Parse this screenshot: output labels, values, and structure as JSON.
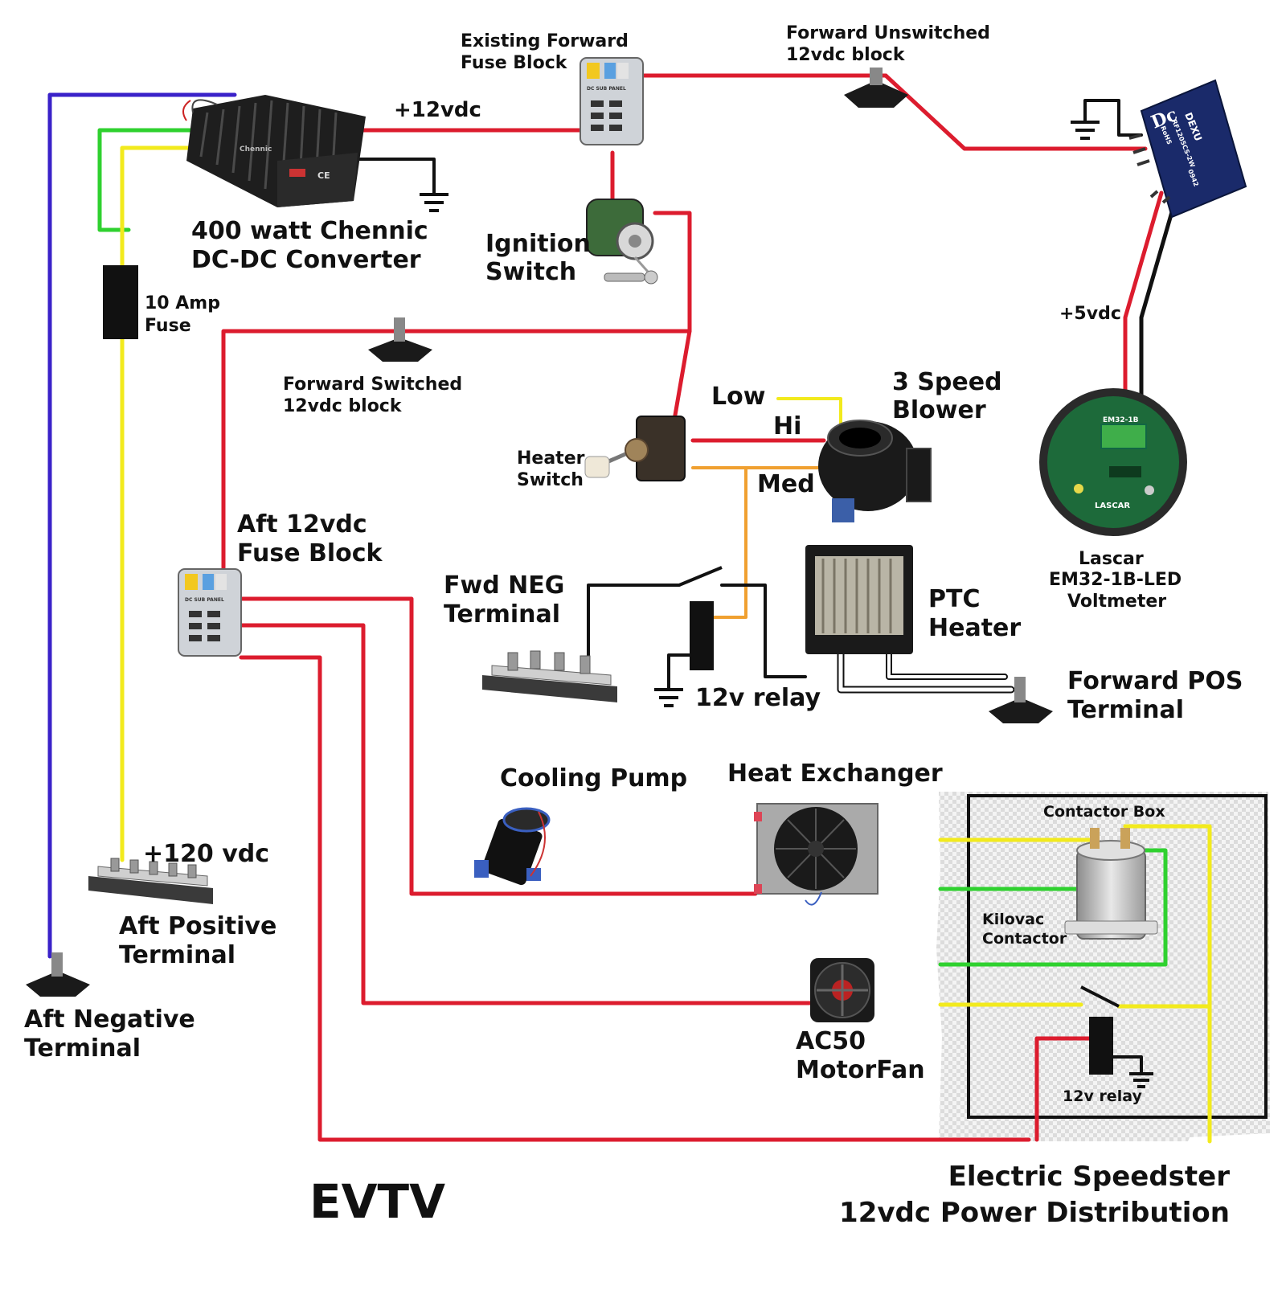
{
  "colors": {
    "pos12": "#dc1c2e",
    "neg": "#111111",
    "hv": "#f2ea1d",
    "enable": "#2fd12f",
    "ground": "#3a22c9",
    "orange": "#f0a030"
  },
  "labels": {
    "existing_fuse_block": [
      "Existing Forward",
      "Fuse Block"
    ],
    "forward_unswitched": [
      "Forward Unswitched",
      "12vdc block"
    ],
    "plus12": "+12vdc",
    "converter": [
      "400 watt Chennic",
      "DC-DC Converter"
    ],
    "ignition": [
      "Ignition",
      "Switch"
    ],
    "fuse10": [
      "10 Amp",
      "Fuse"
    ],
    "forward_switched": [
      "Forward Switched",
      "12vdc block"
    ],
    "low": "Low",
    "hi": "Hi",
    "med": "Med",
    "blower": [
      "3 Speed",
      "Blower"
    ],
    "heater_switch": [
      "Heater",
      "Switch"
    ],
    "aft_fuse_block": [
      "Aft 12vdc",
      "Fuse Block"
    ],
    "fwd_neg": [
      "Fwd NEG",
      "Terminal"
    ],
    "ptc": [
      "PTC",
      "Heater"
    ],
    "relay12": "12v relay",
    "forward_pos": [
      "Forward POS",
      "Terminal"
    ],
    "plus5": "+5vdc",
    "voltmeter": [
      "Lascar",
      "EM32-1B-LED",
      "Voltmeter"
    ],
    "cooling_pump": "Cooling Pump",
    "heat_exchanger": "Heat Exchanger",
    "contactor_box": "Contactor Box",
    "kilovac": [
      "Kilovac",
      "Contactor"
    ],
    "relay12_box": "12v relay",
    "plus120": "+120 vdc",
    "aft_positive": [
      "Aft Positive",
      "Terminal"
    ],
    "aft_negative": [
      "Aft Negative",
      "Terminal"
    ],
    "ac50": [
      "AC50",
      "MotorFan"
    ],
    "logo": "EVTV",
    "footer": [
      "Electric Speedster",
      "12vdc Power Distribution"
    ]
  },
  "device_text": {
    "dexu_brand": "DEXU",
    "dexu_model": "RF1205CS-2W",
    "dexu_rohs": "RoHS",
    "dexu_code": "0942",
    "dexu_logo": "Dc",
    "lascar": "LASCAR",
    "lascar_model": "EM32-1B",
    "chennic": "Chennic",
    "ce": "CE",
    "dc_sub_panel": "DC SUB PANEL"
  }
}
